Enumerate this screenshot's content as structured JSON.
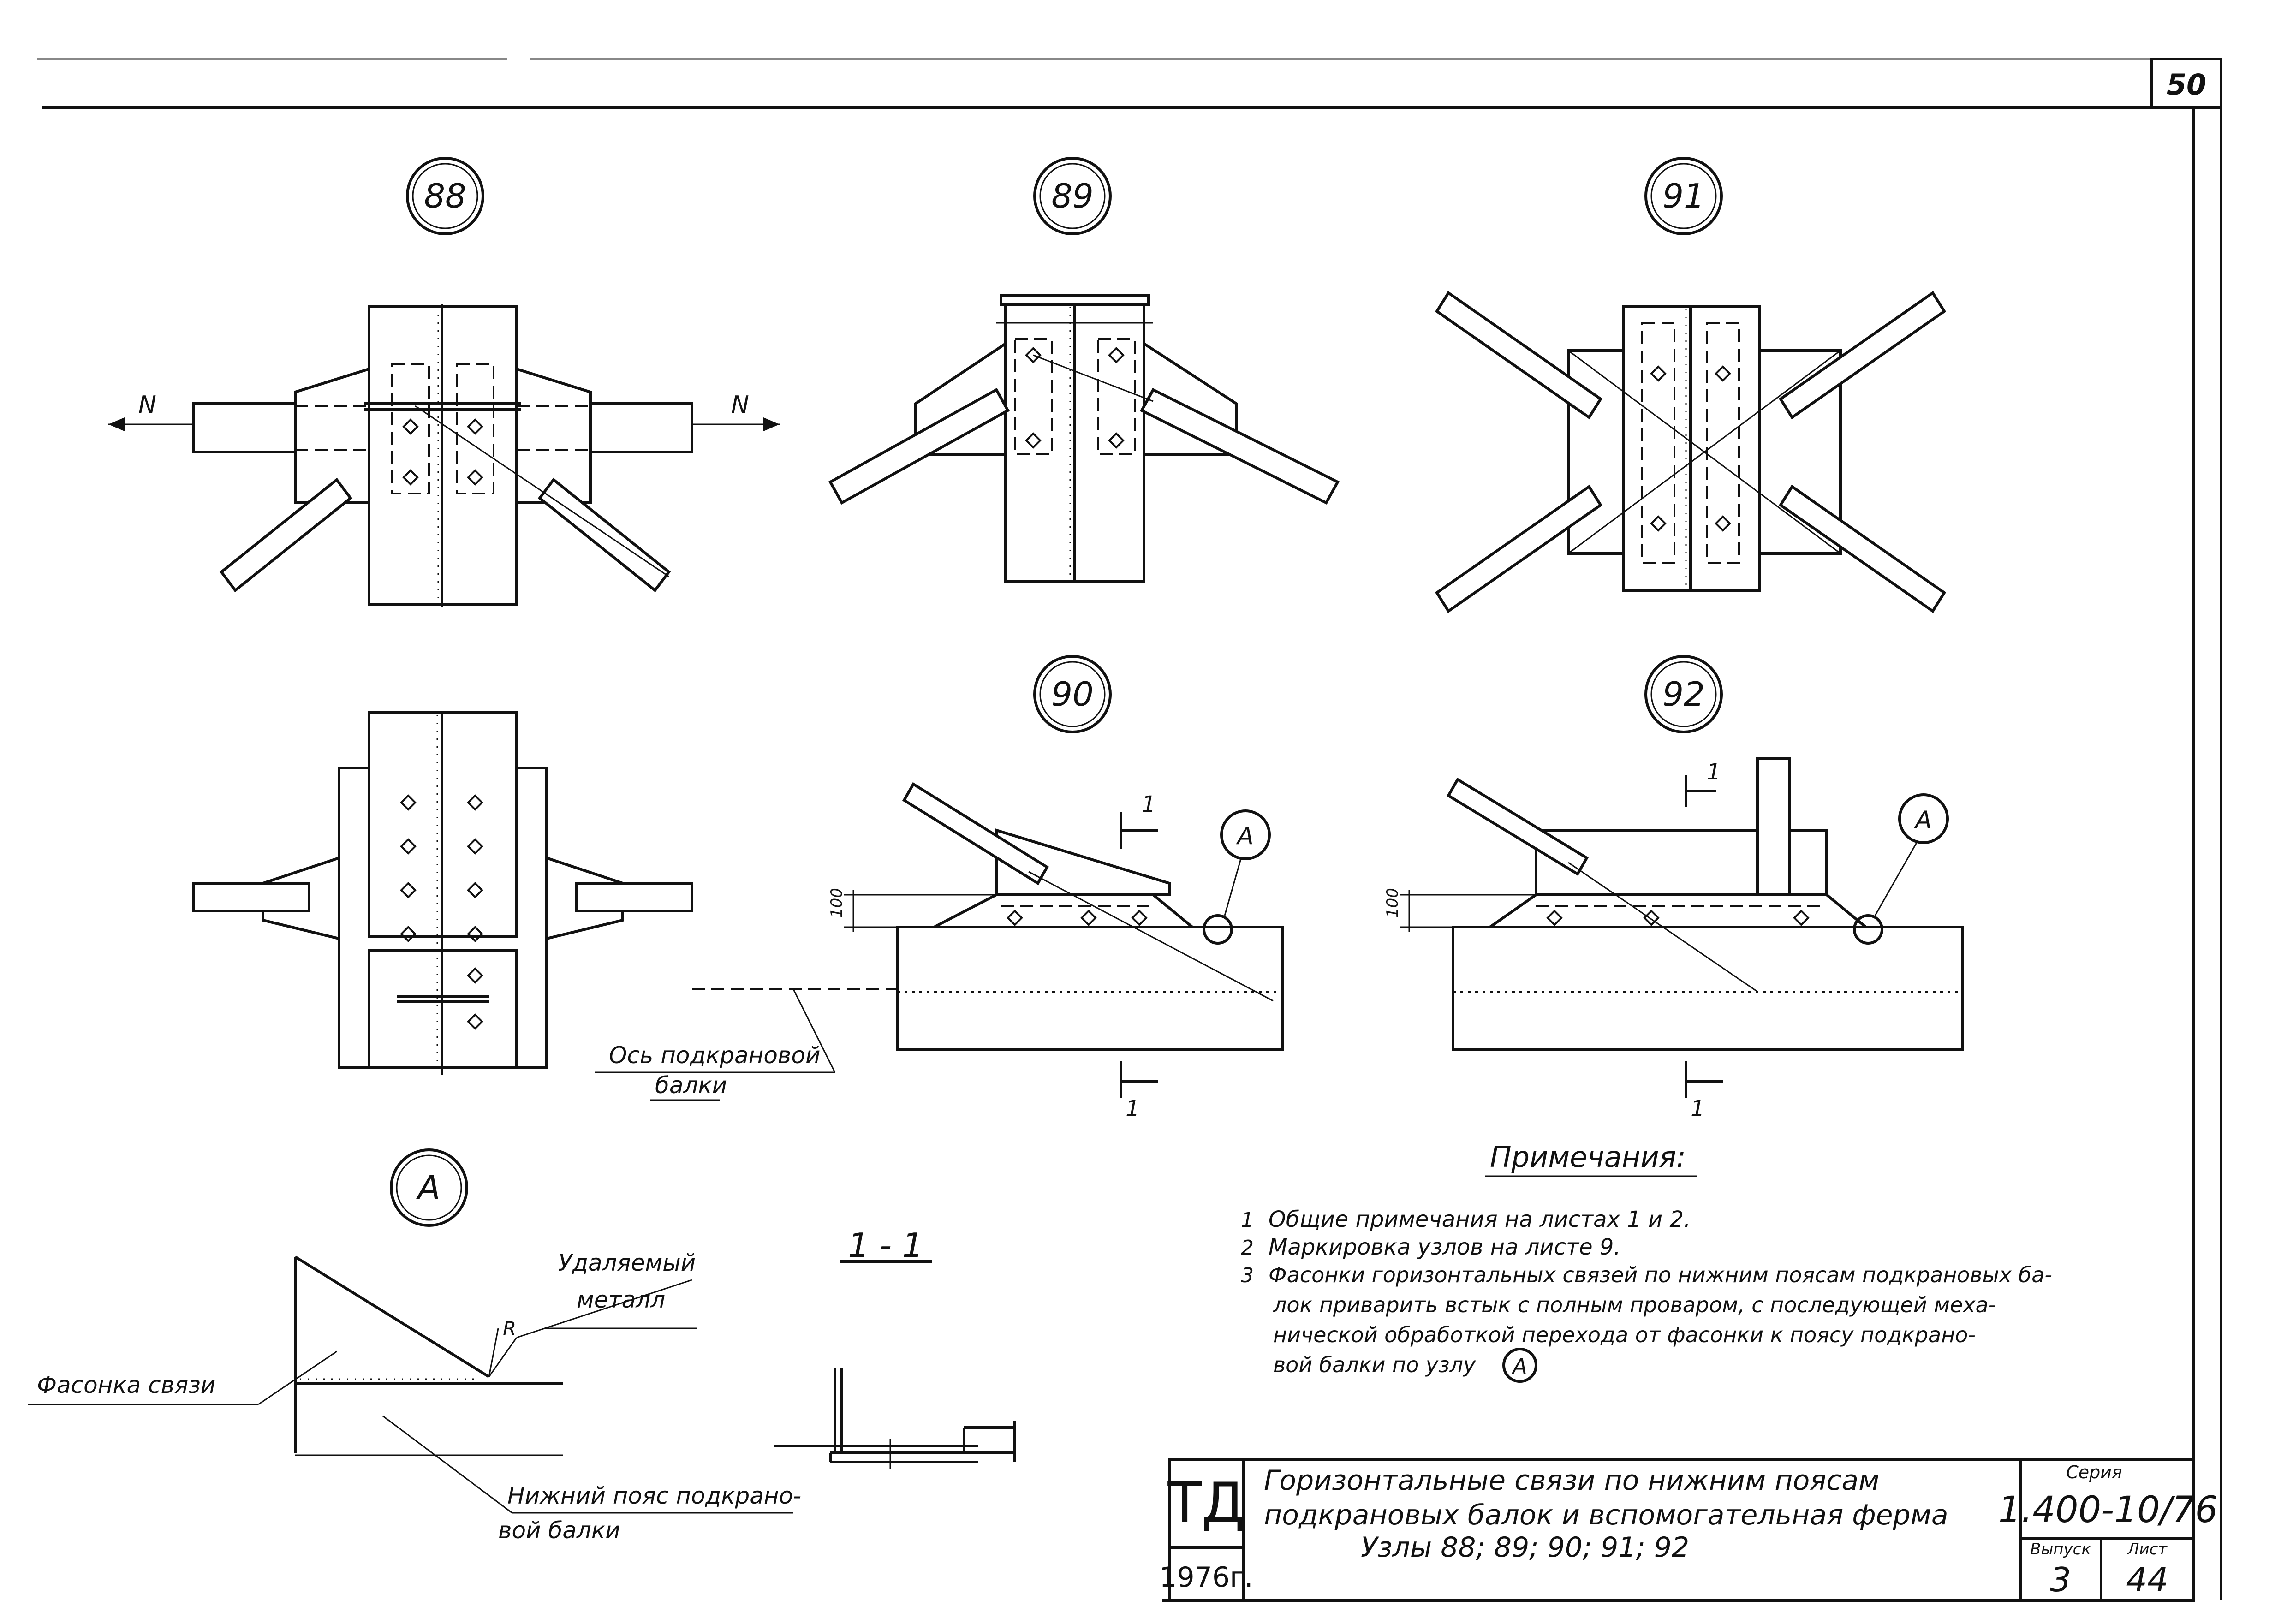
{
  "sheet_number": "50",
  "node_labels": {
    "n88": "88",
    "n89": "89",
    "n91": "91",
    "n90": "90",
    "n92": "92",
    "detail_a": "A",
    "section": "1 - 1"
  },
  "force_label": "N",
  "section_mark": "1",
  "dim_100": "100",
  "r_label": "R",
  "labels": {
    "crane_beam_axis_line1": "Ось подкрановой",
    "crane_beam_axis_line2": "балки",
    "removed_metal_line1": "Удаляемый",
    "removed_metal_line2": "металл",
    "bracing_gusset": "Фасонка связи",
    "lower_flange_line1": "Нижний пояс подкрано-",
    "lower_flange_line2": "вой балки"
  },
  "notes": {
    "title": "Примечания:",
    "items": [
      {
        "num": "1",
        "text": "Общие примечания на листах  1 и 2."
      },
      {
        "num": "2",
        "text": "Маркировка узлов на листе 9."
      },
      {
        "num": "3",
        "text": "Фасонки горизонтальных связей по нижним поясам подкрановых ба-"
      }
    ],
    "item3_line2": "лок приварить встык с полным проваром, с последующей меха-",
    "item3_line3": "нической обработкой перехода от фасонки к поясу подкрано-",
    "item3_line4": "вой балки по узлу",
    "item3_ref": "A"
  },
  "title_block": {
    "org": "ТД",
    "year": "1976г.",
    "title_line1": "Горизонтальные связи по нижним поясам",
    "title_line2": "подкрановых балок и вспомогательная ферма",
    "title_line3": "Узлы 88; 89; 90; 91; 92",
    "series_label": "Серия",
    "series_value": "1.400-10/76",
    "issue_label": "Выпуск",
    "issue_value": "3",
    "sheet_label": "Лист",
    "sheet_value": "44"
  }
}
